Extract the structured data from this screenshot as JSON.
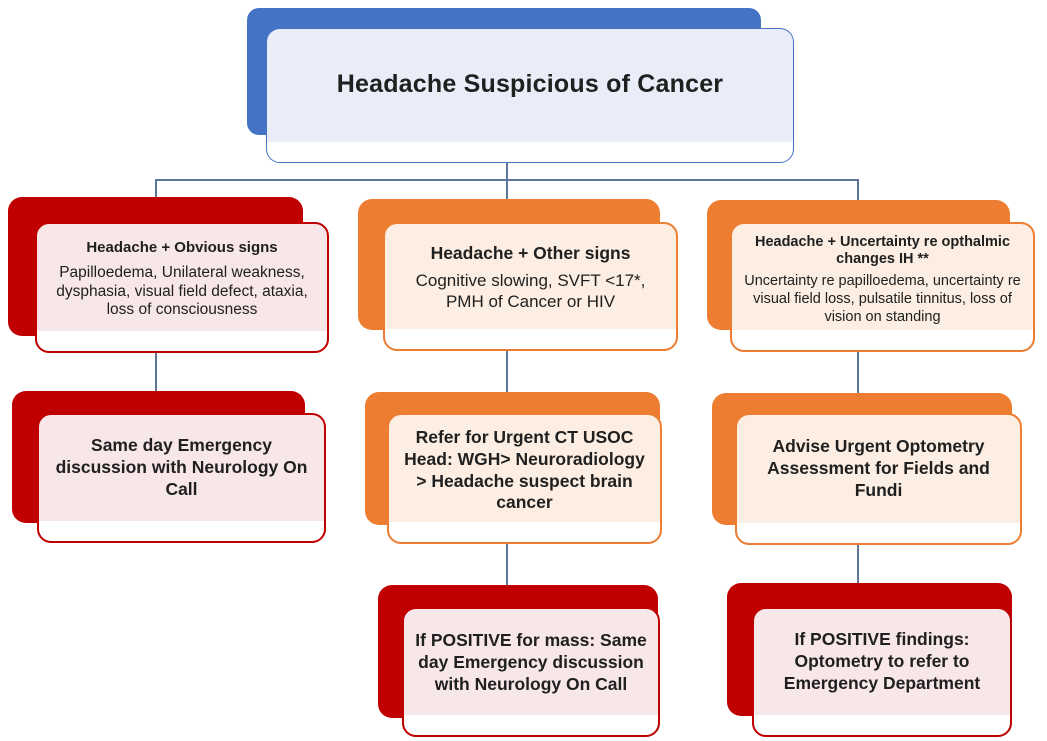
{
  "diagram": {
    "title": "Headache Suspicious of Cancer",
    "colors": {
      "blue": "#4472C4",
      "red": "#C00000",
      "orange": "#ED7D31",
      "blue_fill": "#E9EDF8",
      "red_fill": "#F8E7E8",
      "orange_fill": "#FCEEE2",
      "connector": "#5D7699",
      "text": "#202020"
    },
    "columns": [
      {
        "name": "obvious-signs",
        "boxes": [
          {
            "type": "condition",
            "theme": "red",
            "heading": "Headache + Obvious signs",
            "body": "Papilloedema, Unilateral weakness, dysphasia, visual field defect, ataxia, loss of consciousness"
          },
          {
            "type": "action",
            "theme": "red",
            "text": "Same day Emergency discussion with Neurology On Call"
          }
        ]
      },
      {
        "name": "other-signs",
        "boxes": [
          {
            "type": "condition",
            "theme": "orange",
            "heading": "Headache + Other signs",
            "body": "Cognitive slowing, SVFT <17*, PMH of Cancer or HIV"
          },
          {
            "type": "action",
            "theme": "orange",
            "text": "Refer for Urgent CT USOC Head: WGH> Neuroradiology > Headache suspect brain cancer"
          },
          {
            "type": "outcome",
            "theme": "red",
            "text": "If POSITIVE for mass: Same day Emergency discussion with Neurology On Call"
          }
        ]
      },
      {
        "name": "uncertainty-opthalmic",
        "boxes": [
          {
            "type": "condition",
            "theme": "orange",
            "heading": "Headache + Uncertainty re opthalmic changes  IH **",
            "body": "Uncertainty re papilloedema, uncertainty re visual field loss, pulsatile tinnitus, loss of vision on standing"
          },
          {
            "type": "action",
            "theme": "orange",
            "text": "Advise Urgent Optometry Assessment for Fields and Fundi"
          },
          {
            "type": "outcome",
            "theme": "red",
            "text": "If POSITIVE findings: Optometry to refer to Emergency Department"
          }
        ]
      }
    ]
  }
}
